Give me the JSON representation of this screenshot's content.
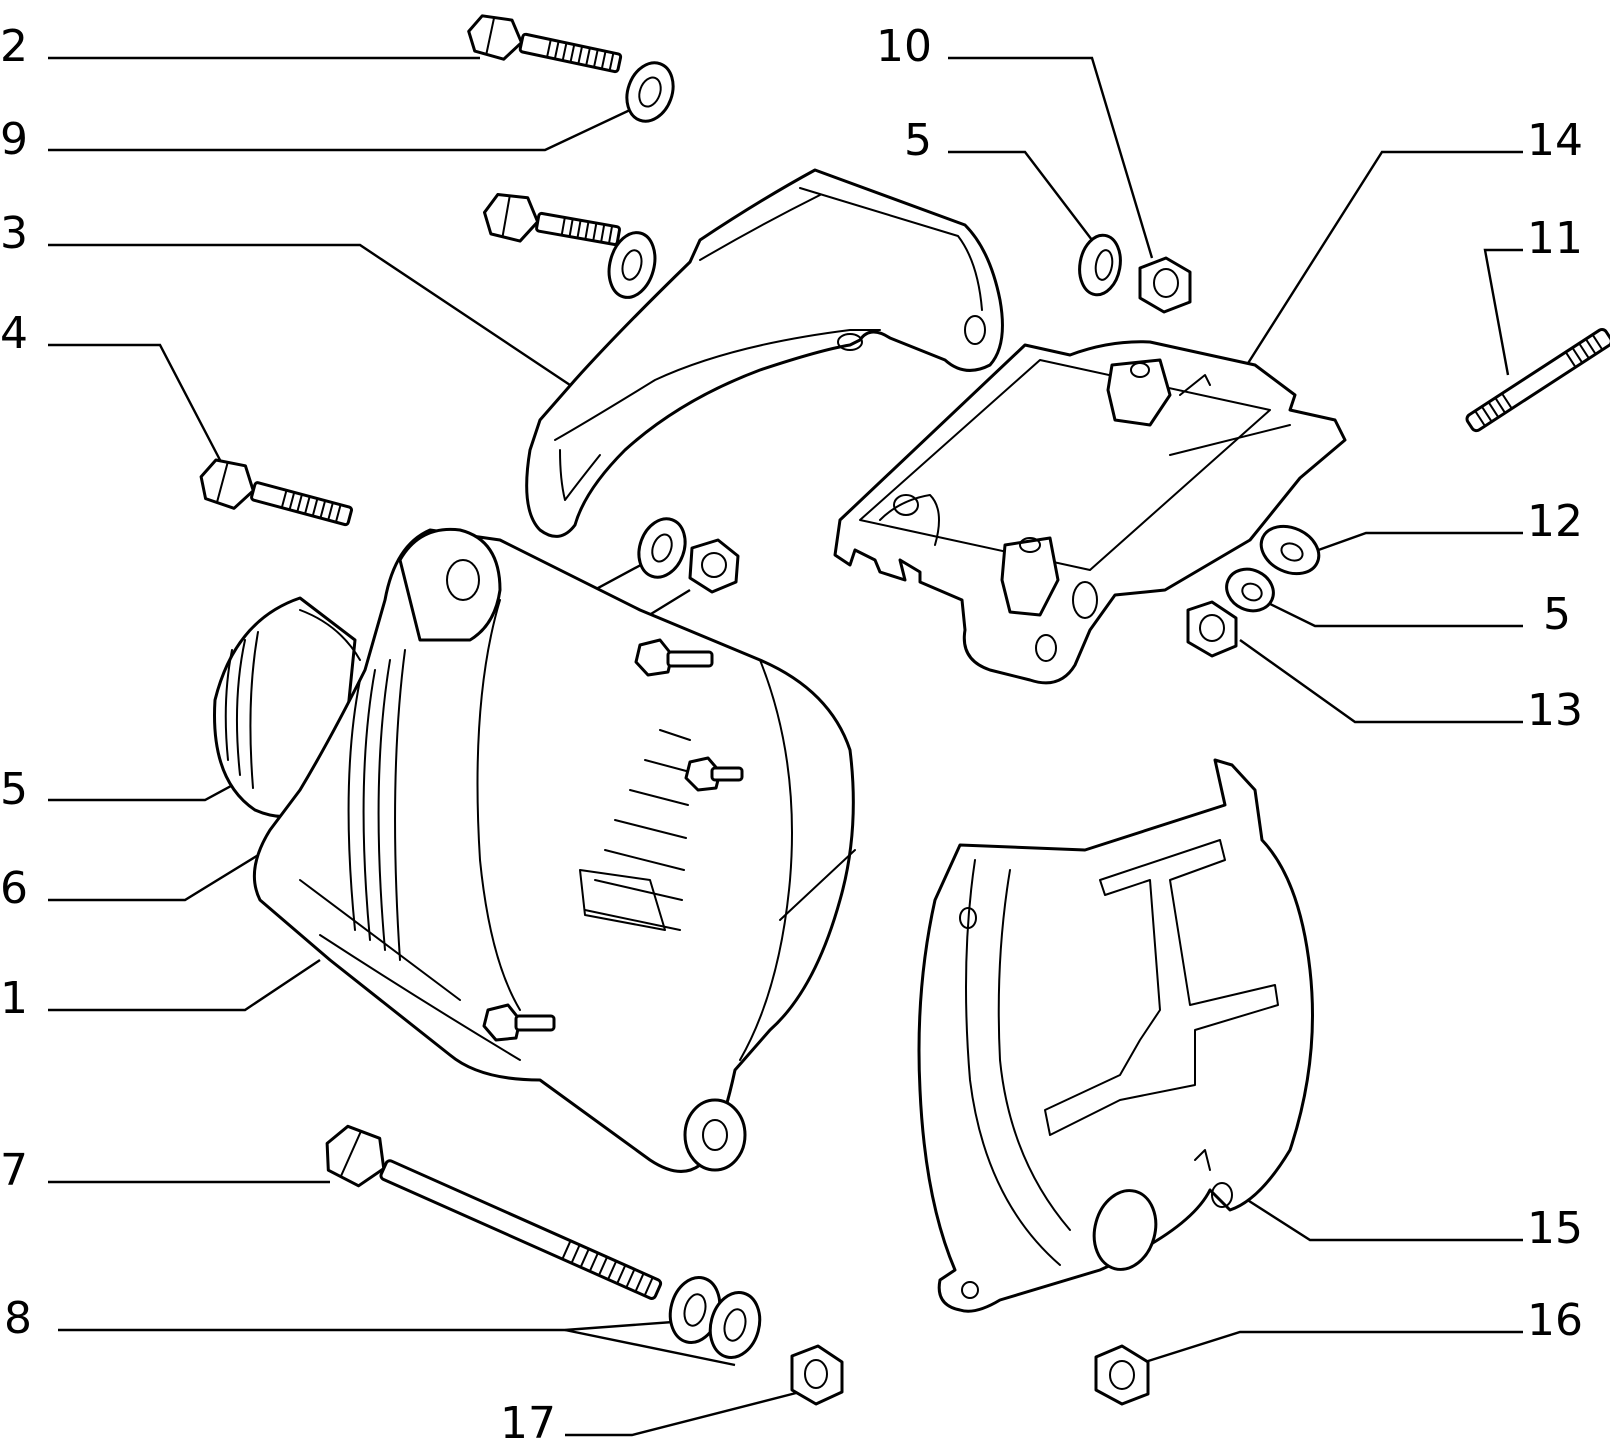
{
  "colors": {
    "ink": "#000000",
    "paper": "#ffffff"
  },
  "callouts": {
    "c1": "1",
    "c2": "2",
    "c3": "3",
    "c4": "4",
    "c5a": "5",
    "c5b": "5",
    "c5c": "5",
    "c6": "6",
    "c7": "7",
    "c8": "8",
    "c9": "9",
    "c10": "10",
    "c11": "11",
    "c12": "12",
    "c13": "13",
    "c14": "14",
    "c15": "15",
    "c16": "16",
    "c17": "17"
  }
}
